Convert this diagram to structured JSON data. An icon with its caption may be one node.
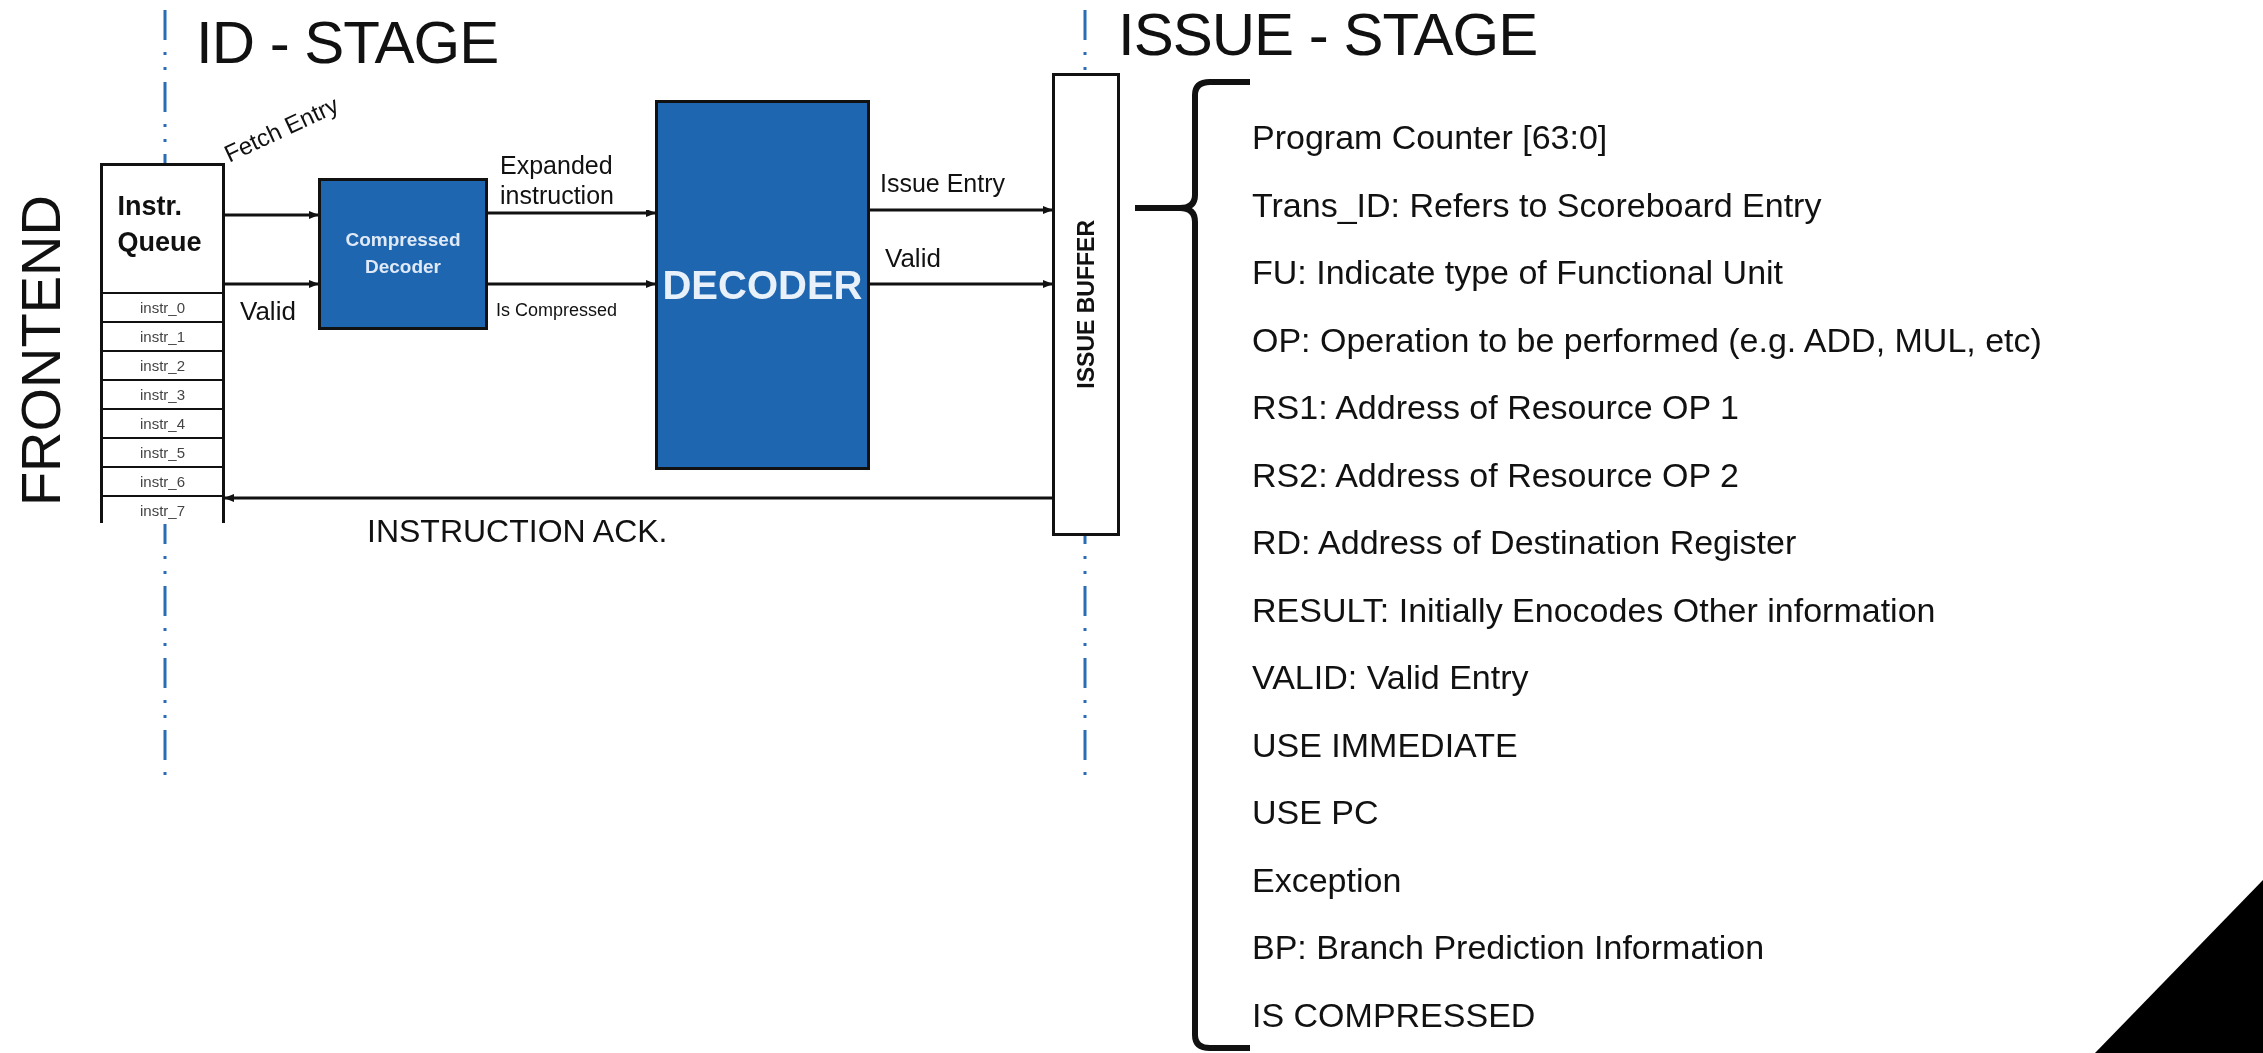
{
  "diagram": {
    "nodes": [
      {
        "text": [
          "Instr. Queue"
        ]
      },
      {
        "text": [
          "instr_0"
        ],
        "in": 0
      },
      {
        "text": [
          "instr_1"
        ],
        "in": 0
      },
      {
        "text": [
          "instr_2"
        ],
        "in": 0
      },
      {
        "text": [
          "instr_3"
        ],
        "in": 0
      },
      {
        "text": [
          "instr_4"
        ],
        "in": 0
      },
      {
        "text": [
          "instr_5"
        ],
        "in": 0
      },
      {
        "text": [
          "instr_6"
        ],
        "in": 0
      },
      {
        "text": [
          "instr_7"
        ],
        "in": 0
      },
      {
        "text": [
          "Compressed Decoder"
        ]
      },
      {
        "text": [
          "DECODER"
        ]
      },
      {
        "text": [
          "ISSUE BUFFER"
        ]
      }
    ],
    "edges": [
      {
        "from": 0,
        "to": 9,
        "arrow": "to",
        "label": "Fetch Entry"
      },
      {
        "from": 0,
        "to": 9,
        "arrow": "to",
        "label": "Valid"
      },
      {
        "from": 9,
        "to": 10,
        "arrow": "to",
        "label": "Expanded instruction"
      },
      {
        "from": 9,
        "to": 10,
        "arrow": "to",
        "label": "Is Compressed"
      },
      {
        "from": 10,
        "to": 11,
        "arrow": "to",
        "label": "Issue Entry"
      },
      {
        "from": 10,
        "to": 11,
        "arrow": "to",
        "label": "Valid"
      },
      {
        "from": 11,
        "to": 0,
        "arrow": "to",
        "label": "INSTRUCTION ACK."
      }
    ],
    "labels": [
      "ID - STAGE",
      "ISSUE - STAGE",
      "FRONTEND",
      "Program Counter [63:0]",
      "Trans_ID: Refers to Scoreboard Entry",
      "FU: Indicate type of Functional Unit",
      "OP: Operation to be performed (e.g. ADD, MUL, etc)",
      "RS1: Address of Resource OP 1",
      "RS2: Address of Resource OP 2",
      "RD: Address of Destination Register",
      "RESULT: Initially Enocodes Other information",
      "VALID: Valid Entry",
      "USE IMMEDIATE",
      "USE PC",
      "Exception",
      "BP: Branch Prediction Information",
      "IS COMPRESSED"
    ]
  }
}
